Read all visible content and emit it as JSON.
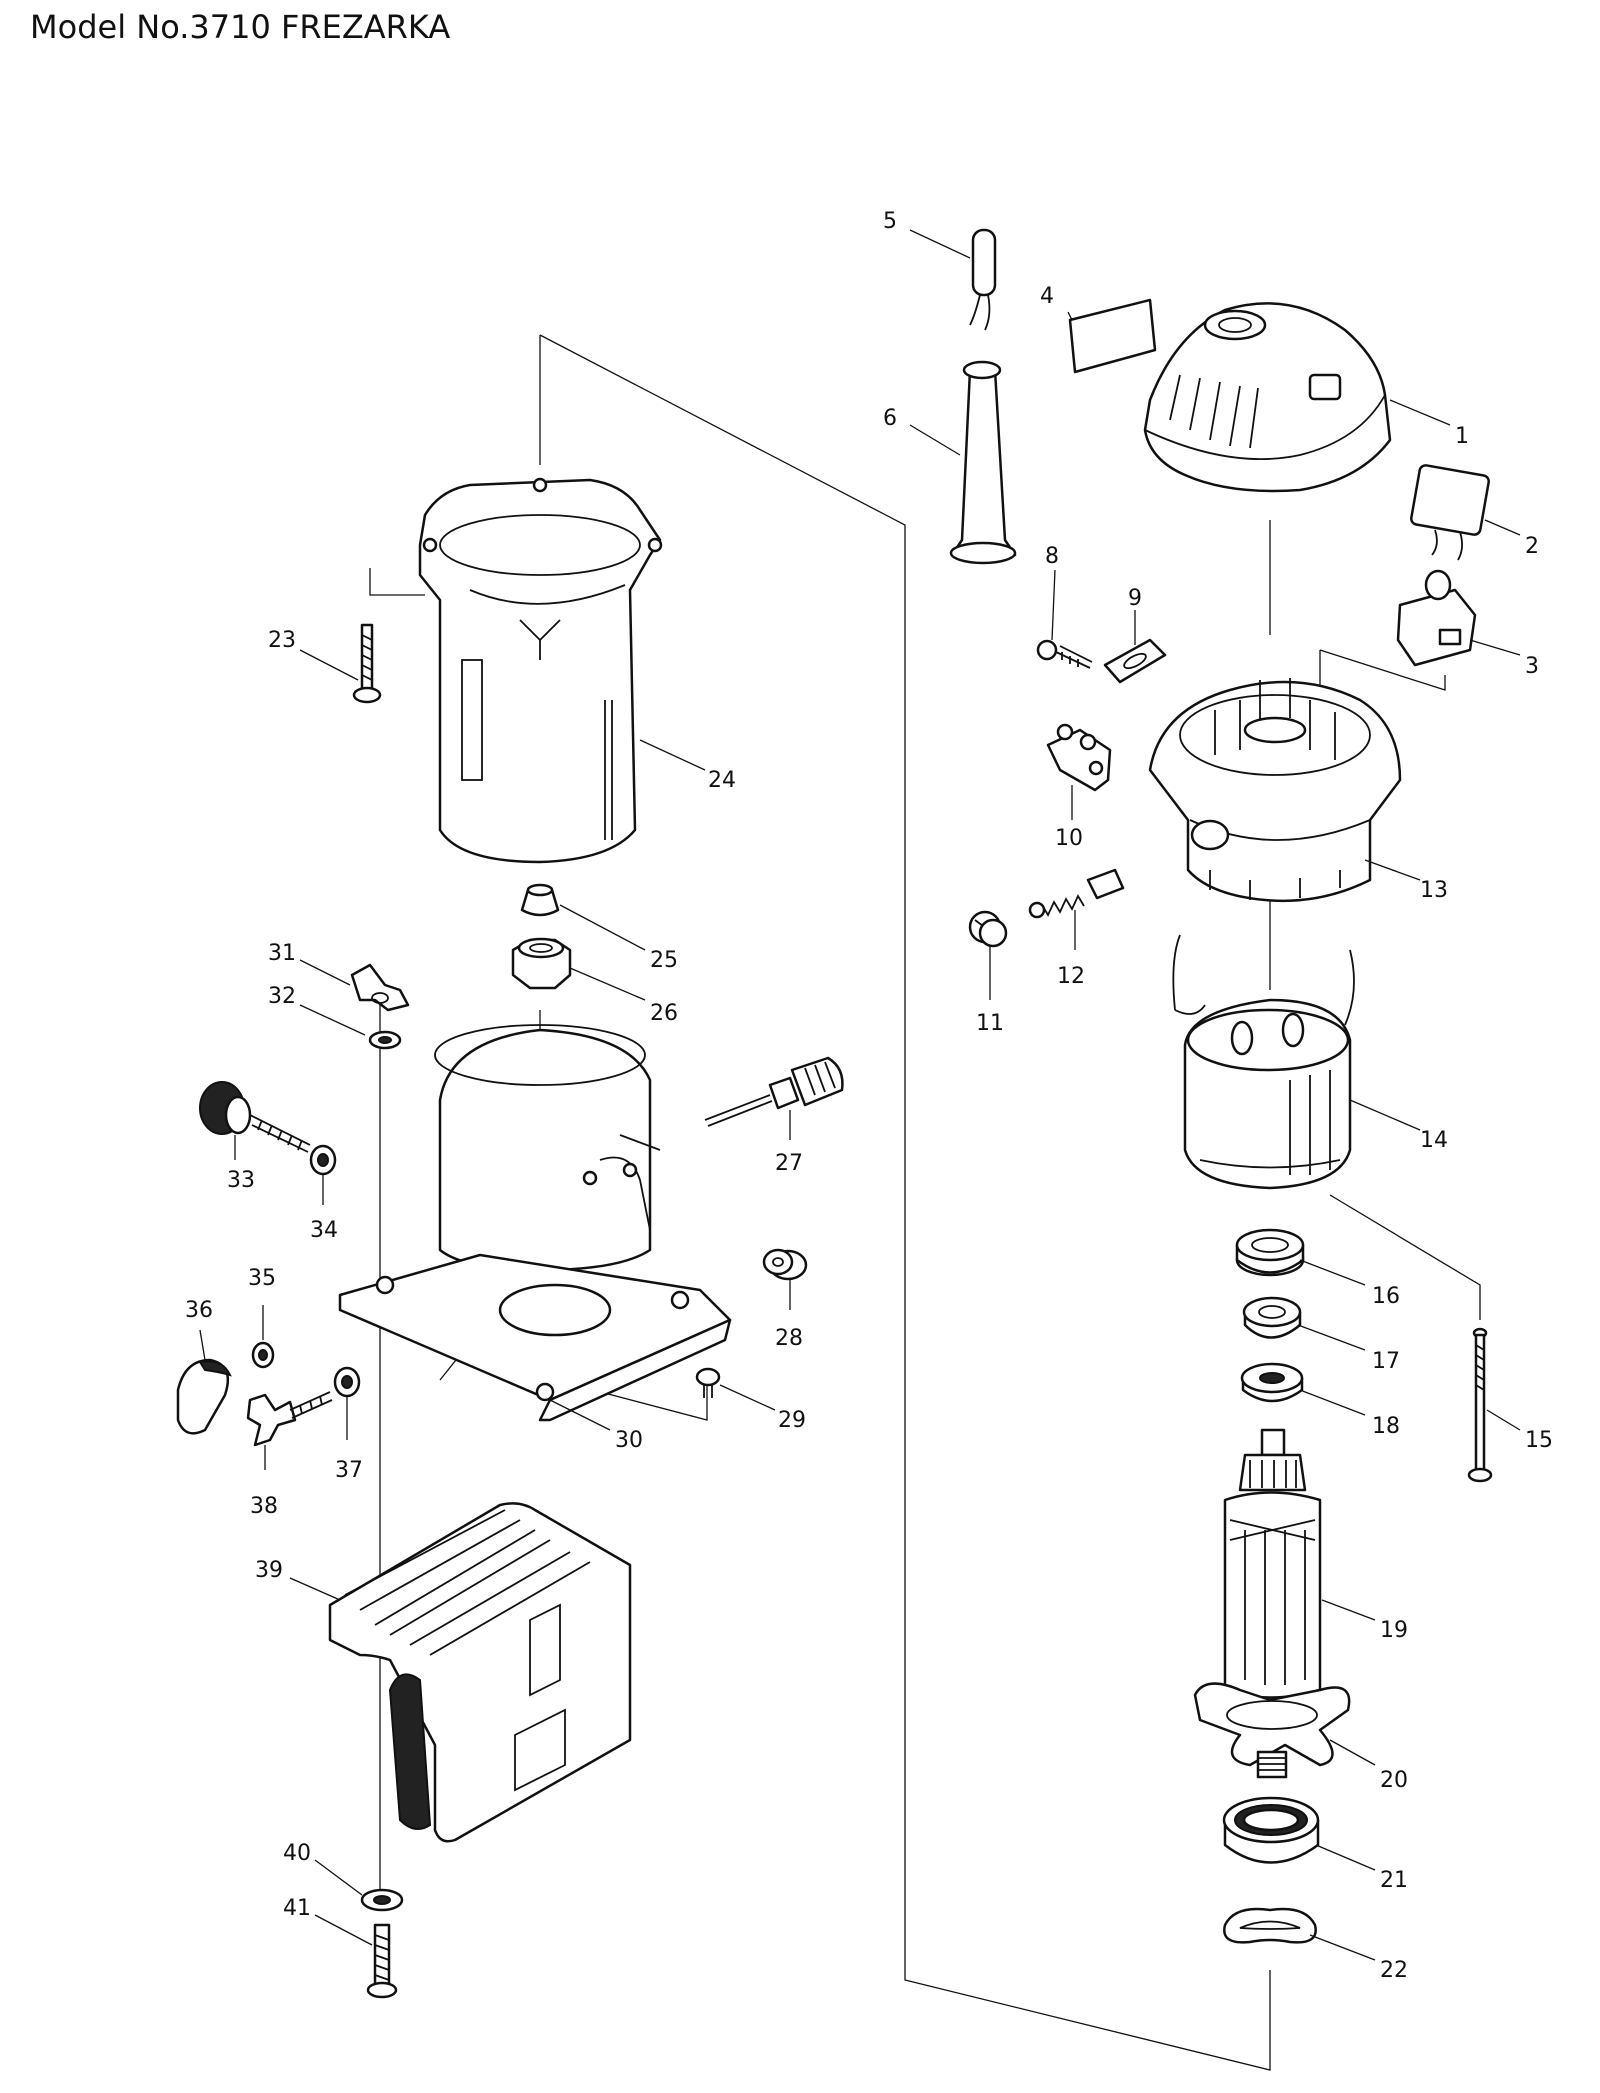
{
  "title": "Model No.3710 FREZARKA",
  "parts": [
    {
      "number": "1"
    },
    {
      "number": "2"
    },
    {
      "number": "3"
    },
    {
      "number": "4"
    },
    {
      "number": "5"
    },
    {
      "number": "6"
    },
    {
      "number": "8"
    },
    {
      "number": "9"
    },
    {
      "number": "10"
    },
    {
      "number": "11"
    },
    {
      "number": "12"
    },
    {
      "number": "13"
    },
    {
      "number": "14"
    },
    {
      "number": "15"
    },
    {
      "number": "16"
    },
    {
      "number": "17"
    },
    {
      "number": "18"
    },
    {
      "number": "19"
    },
    {
      "number": "20"
    },
    {
      "number": "21"
    },
    {
      "number": "22"
    },
    {
      "number": "23"
    },
    {
      "number": "24"
    },
    {
      "number": "25"
    },
    {
      "number": "26"
    },
    {
      "number": "27"
    },
    {
      "number": "28"
    },
    {
      "number": "29"
    },
    {
      "number": "30"
    },
    {
      "number": "31"
    },
    {
      "number": "32"
    },
    {
      "number": "33"
    },
    {
      "number": "34"
    },
    {
      "number": "35"
    },
    {
      "number": "36"
    },
    {
      "number": "37"
    },
    {
      "number": "38"
    },
    {
      "number": "39"
    },
    {
      "number": "40"
    },
    {
      "number": "41"
    }
  ]
}
